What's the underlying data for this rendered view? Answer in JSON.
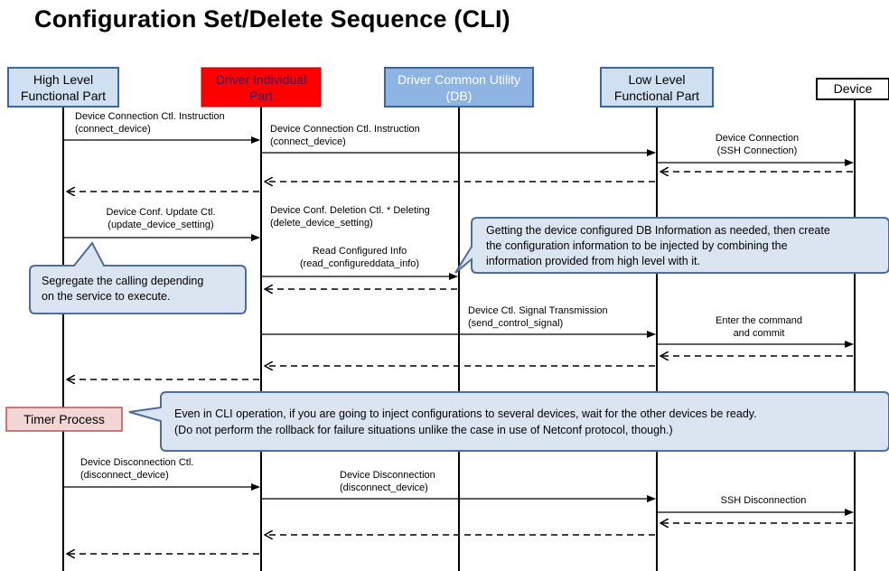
{
  "title": "Configuration Set/Delete Sequence (CLI)",
  "lanes": [
    {
      "line1": "High Level",
      "line2": "Functional Part",
      "fill": "#cfe0f3",
      "stroke": "#3a66a8",
      "text_color": "#000000"
    },
    {
      "line1": "Driver Individual",
      "line2": "Part",
      "fill": "#ff0000",
      "stroke": "#c00000",
      "text_color": "#3a1a60"
    },
    {
      "line1": "Driver Common Utility",
      "line2": "(DB)",
      "fill": "#8eb4e3",
      "stroke": "#3a66a8",
      "text_color": "#ffffff"
    },
    {
      "line1": "Low Level",
      "line2": "Functional Part",
      "fill": "#cfe0f3",
      "stroke": "#3a66a8",
      "text_color": "#000000"
    },
    {
      "line1": "Device",
      "line2": "",
      "fill": "#ffffff",
      "stroke": "#000000",
      "text_color": "#000000"
    }
  ],
  "messages": [
    {
      "text1": "Device Connection Ctl. Instruction",
      "text2": "(connect_device)"
    },
    {
      "text1": "Device Connection Ctl. Instruction",
      "text2": "(connect_device)"
    },
    {
      "text1": "Device Connection",
      "text2": "(SSH Connection)"
    },
    {
      "text1": "Device Conf. Update Ctl.",
      "text2": "(update_device_setting)"
    },
    {
      "text1": "Device Conf. Deletion Ctl. * Deleting",
      "text2": "(delete_device_setting)"
    },
    {
      "text1": "Read Configured Info",
      "text2": "(read_configureddata_info)"
    },
    {
      "text1": "Device Ctl. Signal Transmission",
      "text2": "(send_control_signal)"
    },
    {
      "text1": "Enter the command",
      "text2": "and commit"
    },
    {
      "text1": "Device Disconnection Ctl.",
      "text2": "(disconnect_device)"
    },
    {
      "text1": "Device Disconnection",
      "text2": "(disconnect_device)"
    },
    {
      "text1": "SSH Disconnection",
      "text2": ""
    }
  ],
  "callouts": {
    "db_info": {
      "line1": "Getting the device configured DB Information as needed, then create",
      "line2": "the configuration information to be injected by combining the",
      "line3": "information provided from high level with it."
    },
    "segregate": {
      "line1": "Segregate the calling depending",
      "line2": "on the service to execute."
    },
    "cli_note": {
      "line1": "Even in CLI operation, if you are going to inject configurations to several devices, wait for the other devices be ready.",
      "line2": "(Do not perform the rollback for failure situations unlike the case in use of Netconf protocol, though.)"
    }
  },
  "timer_label": "Timer Process",
  "colors": {
    "callout_fill": "#dbe5f1",
    "callout_stroke": "#4f6d9a",
    "timer_fill": "#f2d5d5",
    "timer_stroke": "#c0504d",
    "line": "#000000"
  }
}
